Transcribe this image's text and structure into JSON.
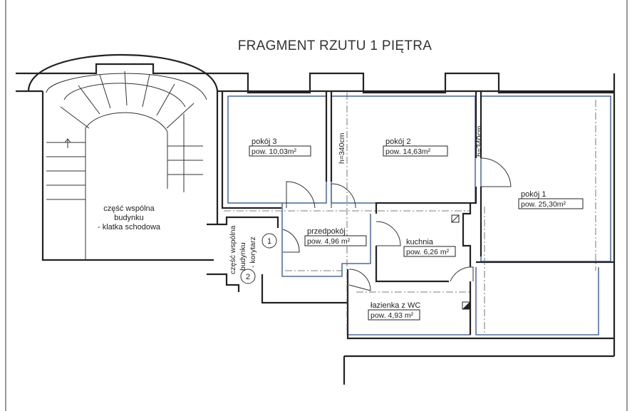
{
  "title": "FRAGMENT RZUTU 1 PIĘTRA",
  "rooms": [
    {
      "name": "pokój 3",
      "area": "pow. 10,03m²"
    },
    {
      "name": "pokój 2",
      "area": "pow. 14,63m²"
    },
    {
      "name": "pokój 1",
      "area": "pow. 25,30m²"
    },
    {
      "name": "przedpokój",
      "area": "pow. 4,96 m²"
    },
    {
      "name": "kuchnia",
      "area": "pow. 6,26 m²"
    },
    {
      "name": "łazienka z WC",
      "area": "pow. 4,93 m²"
    }
  ],
  "stairwell": {
    "line1": "część wspólna",
    "line2": "budynku",
    "line3": "- klatka schodowa"
  },
  "corridor": {
    "line1": "część wspólna",
    "line2": "budynku",
    "line3": "- korytarz"
  },
  "heights": [
    "h=340cm",
    "h=340cm"
  ],
  "markers": [
    "1",
    "2"
  ]
}
